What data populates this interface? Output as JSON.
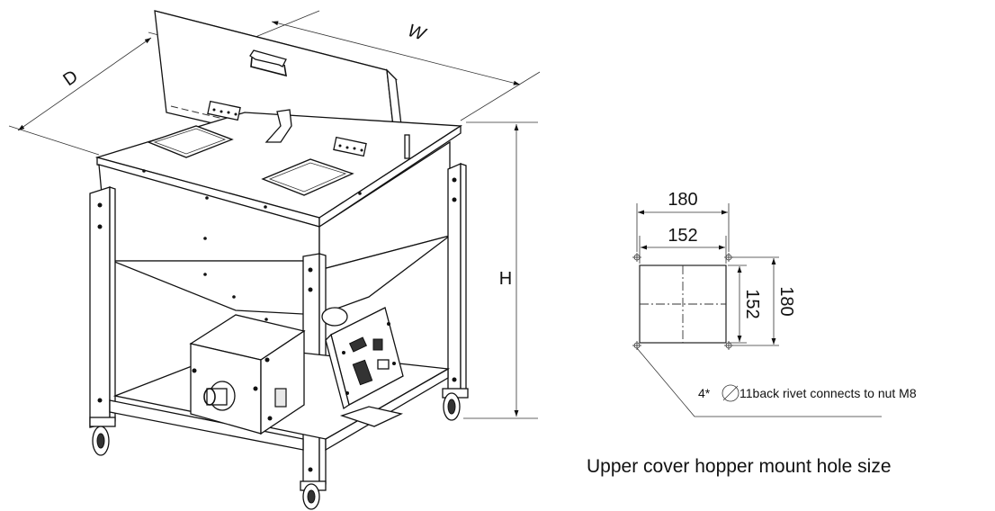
{
  "machine": {
    "labels": {
      "width": "W",
      "depth": "D",
      "height": "H"
    }
  },
  "hole_diagram": {
    "outer_width": "180",
    "inner_width": "152",
    "inner_height": "152",
    "outer_height": "180",
    "note_prefix": "4*",
    "note_text": "11back rivet connects to nut M8"
  },
  "caption": "Upper cover hopper mount hole size"
}
